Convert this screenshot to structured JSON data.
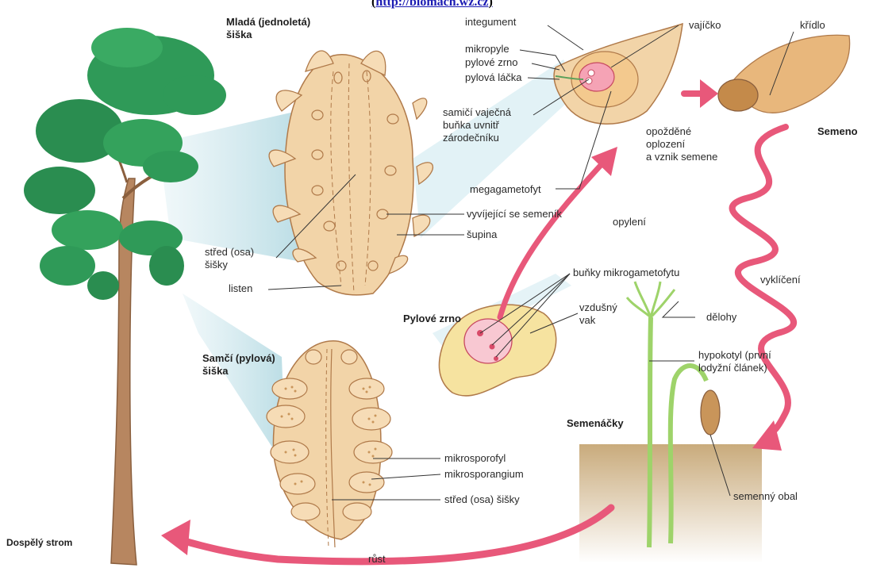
{
  "header": {
    "link_open": "(",
    "link_text": "http://biomach.wz.cz",
    "link_close": ")"
  },
  "labels": {
    "young_cone": "Mladá (jednoletá)\nšiška",
    "male_cone": "Samčí (pylová)\nšiška",
    "adult_tree": "Dospělý strom",
    "pollen_grain_title": "Pylové zrno",
    "seed": "Semeno",
    "seedlings": "Semenáčky",
    "integument": "integument",
    "ovule": "vajíčko",
    "wing": "křídlo",
    "micropyle": "mikropyle",
    "pollen_grain": "pylové zrno",
    "pollen_tube": "pylová láčka",
    "egg_cell": "samičí vaječná\nbuňka uvnitř\nzárodečníku",
    "delayed_fertilization": "opožděné\noplození\na vznik semene",
    "megagametophyte": "megagametofyt",
    "pollination": "opylení",
    "developing_seed": "vyvíjející se semeník",
    "scale": "šupina",
    "cone_axis": "střed (osa)\nšišky",
    "bract": "listen",
    "microgametophyte_cells": "buňky mikrogametofytu",
    "air_sac": "vzdušný\nvak",
    "germination": "vyklíčení",
    "cotyledons": "dělohy",
    "hypocotyl": "hypokotyl (první\nlodyžní článek)",
    "microsporophyll": "mikrosporofyl",
    "microsporangium": "mikrosporangium",
    "male_cone_axis": "střed (osa) šišky",
    "seed_coat": "semenný obal",
    "growth": "růst"
  },
  "colors": {
    "arrow": "#e8587a",
    "cone_fill": "#f2d4a8",
    "cone_stroke": "#b07a4a",
    "foliage": "#2f9a58",
    "trunk": "#b78660",
    "seedling": "#9ed36a",
    "soil": "#d9c39a"
  }
}
